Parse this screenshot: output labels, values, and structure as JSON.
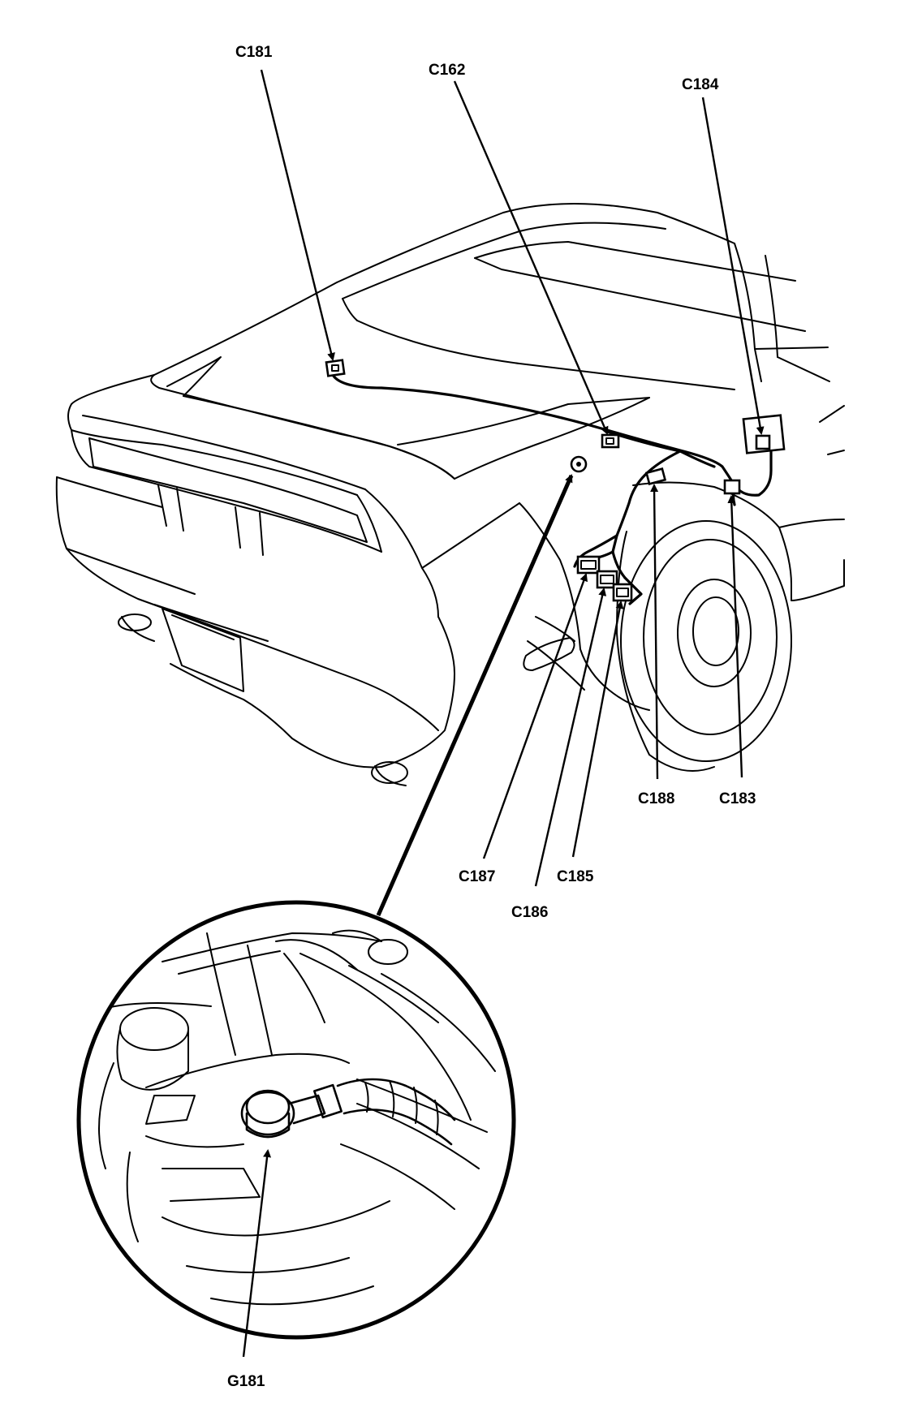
{
  "diagram": {
    "callouts": {
      "c181": "C181",
      "c162": "C162",
      "c184": "C184",
      "c188": "C188",
      "c183": "C183",
      "c187": "C187",
      "c185": "C185",
      "c186": "C186",
      "g181": "G181"
    }
  }
}
